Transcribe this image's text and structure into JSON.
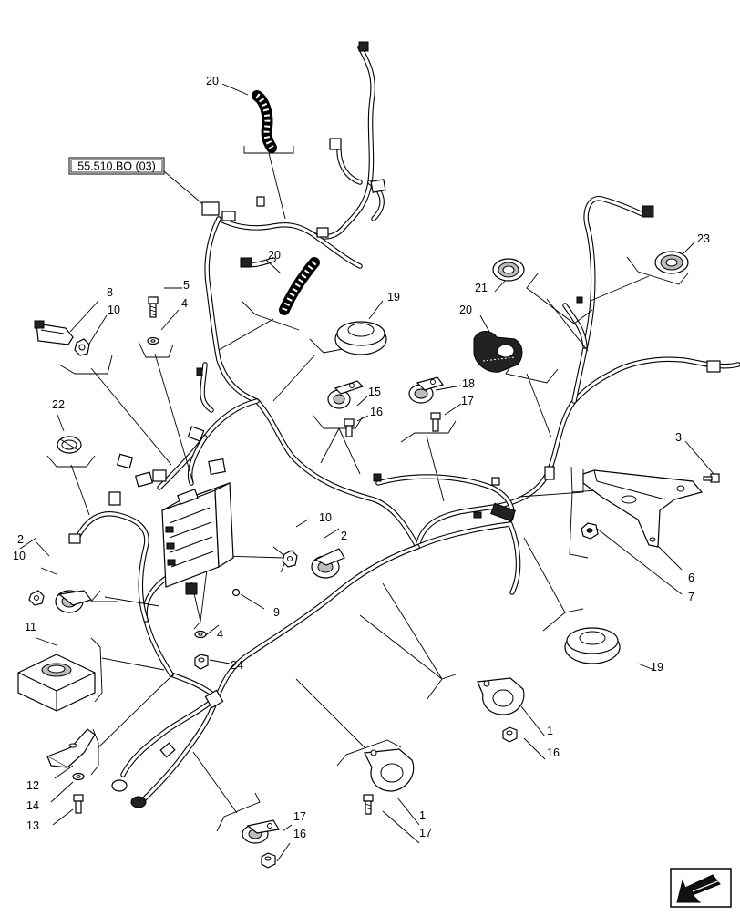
{
  "diagram": {
    "reference_box": "55.510.BO (03)",
    "callouts": {
      "c1a": "1",
      "c1b": "1",
      "c2a": "2",
      "c2b": "2",
      "c3": "3",
      "c4a": "4",
      "c4b": "4",
      "c5": "5",
      "c6": "6",
      "c7": "7",
      "c8": "8",
      "c9": "9",
      "c10a": "10",
      "c10b": "10",
      "c10c": "10",
      "c11": "11",
      "c12": "12",
      "c13": "13",
      "c14": "14",
      "c15": "15",
      "c16a": "16",
      "c16b": "16",
      "c16c": "16",
      "c17a": "17",
      "c17b": "17",
      "c17c": "17",
      "c18": "18",
      "c19a": "19",
      "c19b": "19",
      "c20a": "20",
      "c20b": "20",
      "c20c": "20",
      "c21": "21",
      "c22": "22",
      "c23": "23",
      "c24": "24"
    },
    "nav_icon": "arrow-down-left-icon"
  }
}
